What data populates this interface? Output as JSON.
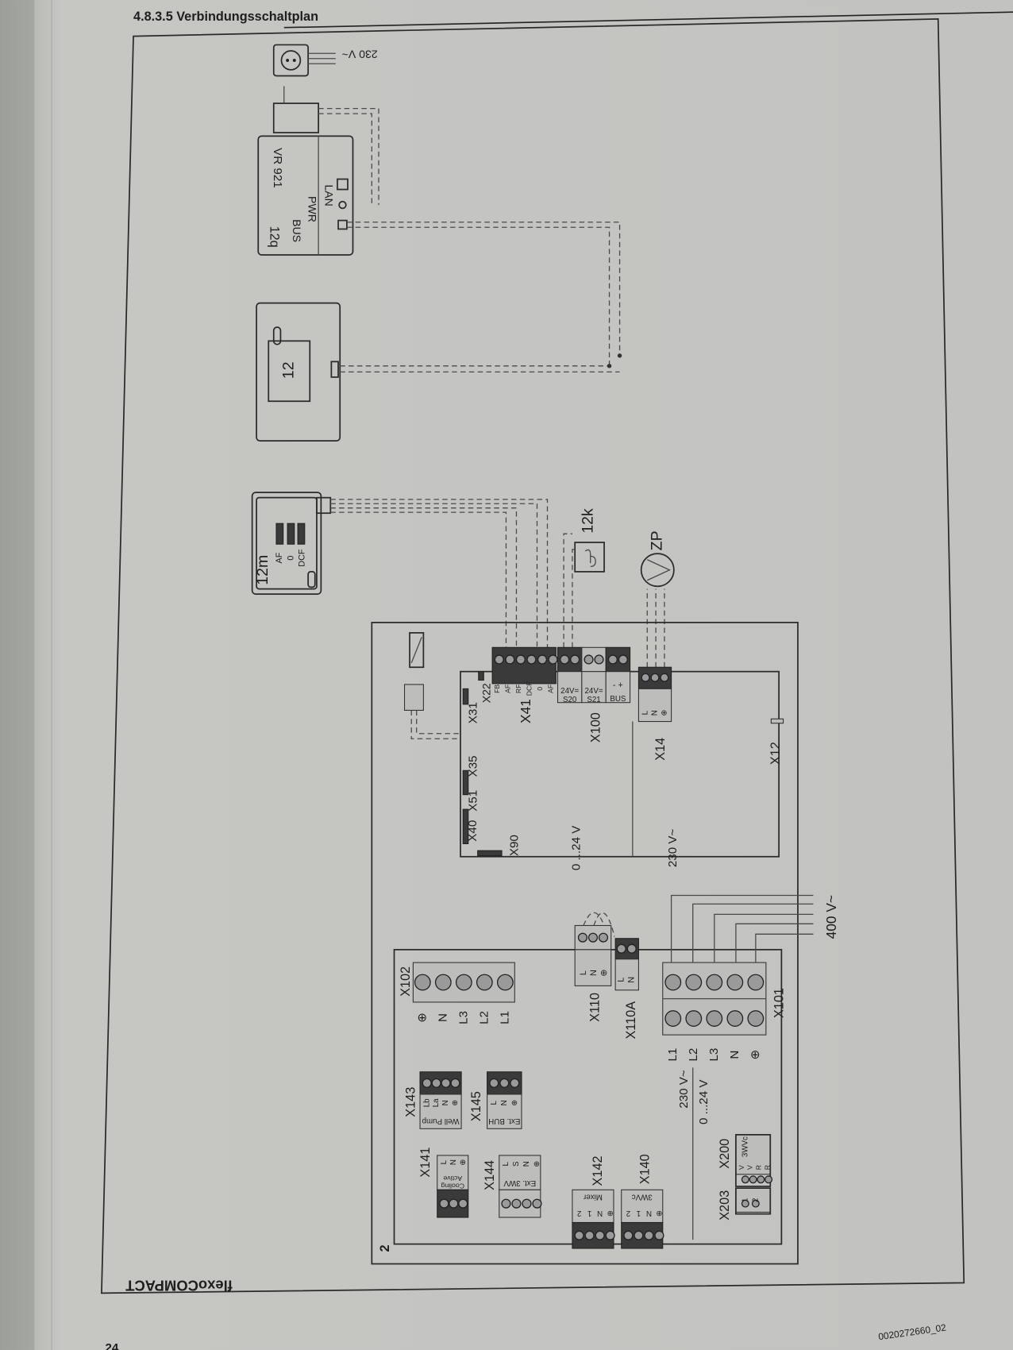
{
  "header": {
    "section_title": "4.8.3.5 Verbindungsschaltplan"
  },
  "page": {
    "page_number": "24",
    "doc_number": "0020272660_02",
    "product": "flexoCOMPACT",
    "frame_number": "2"
  },
  "mains_socket": {
    "voltage": "230 V~"
  },
  "vr921": {
    "ref": "12q",
    "model": "VR 921",
    "port_bus": "BUS",
    "port_pwr": "PWR",
    "port_lan": "LAN"
  },
  "controller": {
    "ref": "12"
  },
  "sensor_module": {
    "ref": "12m",
    "t_af": "AF",
    "t_0": "0",
    "t_dcf": "DCF"
  },
  "sensor_12k": {
    "ref": "12k"
  },
  "pump": {
    "ref": "ZP"
  },
  "control_board": {
    "x22": "X22",
    "x31": "X31",
    "x35": "X35",
    "x51": "X51",
    "x40": "X40",
    "x90": "X90",
    "x41": "X41",
    "x100": "X100",
    "x14": "X14",
    "x12": "X12",
    "x41_terminals": [
      "FB",
      "AF",
      "RF",
      "DCF",
      "0",
      "AF"
    ],
    "s20_voltage": "24V=",
    "s20": "S20",
    "s21_voltage": "24V=",
    "s21": "S21",
    "bus": "BUS",
    "bus_polarity": "- +",
    "x14_terminals": [
      "L",
      "N",
      "⊕"
    ],
    "voltage_low": "0 ...24 V",
    "voltage_high": "230 V~"
  },
  "supply": {
    "voltage": "400 V~"
  },
  "power_board": {
    "x102": "X102",
    "x102_terminals": [
      "⊕",
      "N",
      "L3",
      "L2",
      "L1"
    ],
    "x110": "X110",
    "x110_terminals": [
      "L",
      "N",
      "⊕"
    ],
    "x110a": "X110A",
    "x110a_terminals": [
      "L",
      "N"
    ],
    "x101": "X101",
    "x101_terminals": [
      "L1",
      "L2",
      "L3",
      "N",
      "⊕"
    ],
    "x143": "X143",
    "x143_name": "Well Pump",
    "x143_terminals": [
      "Lb",
      "La",
      "N",
      "⊕"
    ],
    "x145": "X145",
    "x145_name": "Ext. BUH",
    "x145_terminals": [
      "L",
      "N",
      "⊕"
    ],
    "x141": "X141",
    "x141_name": "Cooling Active",
    "x141_terminals": [
      "L",
      "N",
      "⊕"
    ],
    "x144": "X144",
    "x144_name": "Ext. 3WV",
    "x144_terminals": [
      "L",
      "S",
      "N",
      "⊕"
    ],
    "x142": "X142",
    "x142_name": "Mixer",
    "x142_terminals": [
      "2",
      "1",
      "N",
      "⊕"
    ],
    "x140": "X140",
    "x140_name": "3WVc",
    "x140_terminals": [
      "2",
      "1",
      "N",
      "⊕"
    ],
    "x200": "X200",
    "x200_name": "3WVc",
    "x200_terminals": [
      "V",
      "V",
      "R",
      "R"
    ],
    "x203": "X203",
    "x203_terminals": [
      "1",
      "2"
    ],
    "voltage_high": "230 V~",
    "voltage_low": "0 ...24 V"
  }
}
